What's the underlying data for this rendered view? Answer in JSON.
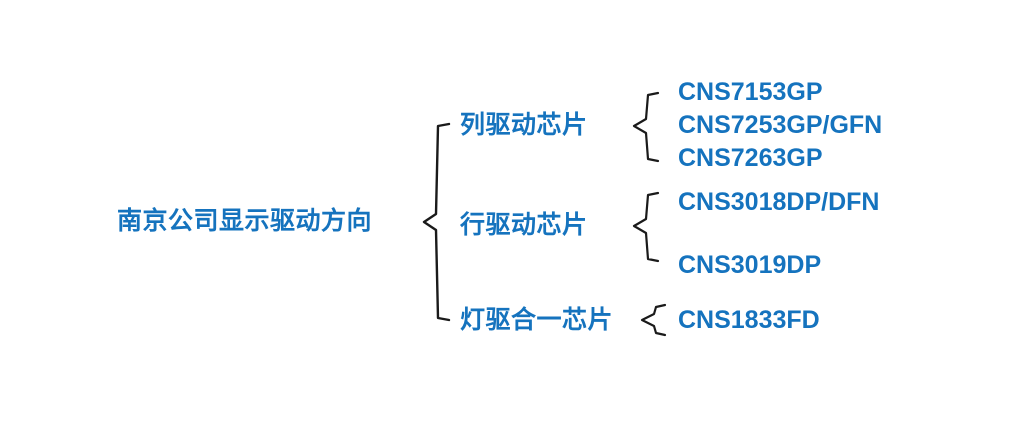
{
  "diagram": {
    "title_text": "南京公司显示驱动方向",
    "accent_color": "#1573be",
    "brace_color": "#1a1a1a",
    "background_color": "#ffffff",
    "root": {
      "label": "南京公司显示驱动方向"
    },
    "branches": [
      {
        "label": "列驱动芯片",
        "leaves": [
          {
            "label": "CNS7153GP"
          },
          {
            "label": "CNS7253GP/GFN"
          },
          {
            "label": "CNS7263GP"
          }
        ]
      },
      {
        "label": "行驱动芯片",
        "leaves": [
          {
            "label": "CNS3018DP/DFN"
          },
          {
            "label": "CNS3019DP"
          }
        ]
      },
      {
        "label": "灯驱合一芯片",
        "leaves": [
          {
            "label": "CNS1833FD"
          }
        ]
      }
    ]
  }
}
